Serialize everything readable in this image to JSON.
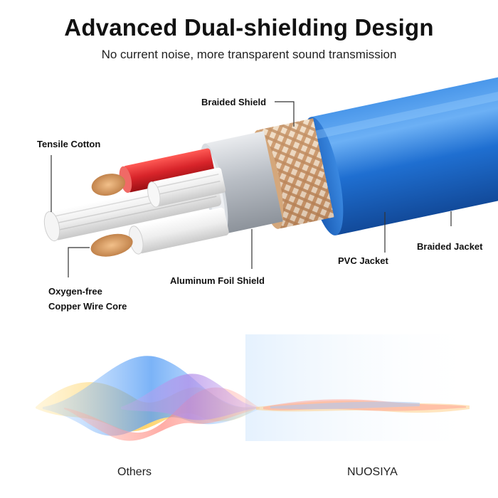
{
  "header": {
    "title": "Advanced Dual-shielding Design",
    "subtitle": "No current noise, more transparent sound transmission"
  },
  "cable_labels": {
    "braided_shield": "Braided Shield",
    "tensile_cotton": "Tensile Cotton",
    "braided_jacket": "Braided Jacket",
    "pvc_jacket": "PVC Jacket",
    "aluminum_foil_shield": "Aluminum Foil Shield",
    "oxygen_free_line1": "Oxygen-free",
    "oxygen_free_line2": "Copper Wire Core"
  },
  "comparison": {
    "left_label": "Others",
    "right_label": "NUOSIYA"
  },
  "colors": {
    "jacket_blue": "#1f6fd1",
    "braid_copper": "#c8956a",
    "red_insulation": "#d8242a",
    "foil_silver": "#c9cdd2"
  }
}
